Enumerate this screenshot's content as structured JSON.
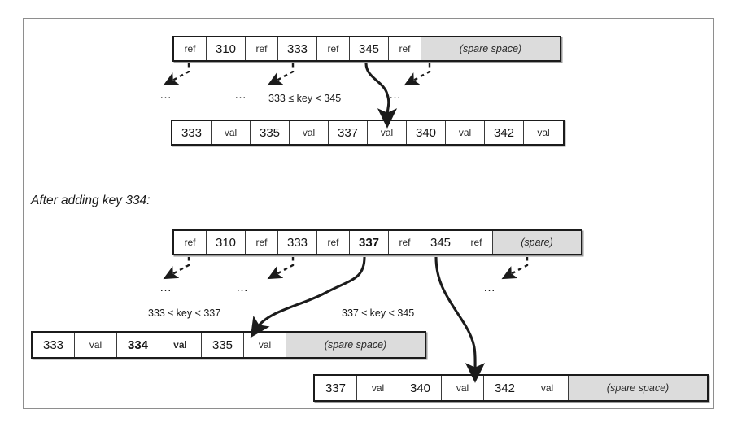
{
  "figure": {
    "caption": "After adding key 334:",
    "ellipsis": "…"
  },
  "before": {
    "root": {
      "cells": [
        {
          "text": "ref",
          "type": "ref",
          "w": 40,
          "bold": false
        },
        {
          "text": "310",
          "type": "key",
          "w": 48,
          "bold": false
        },
        {
          "text": "ref",
          "type": "ref",
          "w": 40,
          "bold": false
        },
        {
          "text": "333",
          "type": "key",
          "w": 48,
          "bold": false
        },
        {
          "text": "ref",
          "type": "ref",
          "w": 40,
          "bold": false
        },
        {
          "text": "345",
          "type": "key",
          "w": 48,
          "bold": false
        },
        {
          "text": "ref",
          "type": "ref",
          "w": 40,
          "bold": false
        },
        {
          "text": "(spare space)",
          "type": "spare",
          "w": 170,
          "bold": false
        }
      ]
    },
    "leaf": {
      "cells": [
        {
          "text": "333",
          "type": "key",
          "w": 48,
          "bold": false
        },
        {
          "text": "val",
          "type": "val",
          "w": 48,
          "bold": false
        },
        {
          "text": "335",
          "type": "key",
          "w": 48,
          "bold": false
        },
        {
          "text": "val",
          "type": "val",
          "w": 48,
          "bold": false
        },
        {
          "text": "337",
          "type": "key",
          "w": 48,
          "bold": false
        },
        {
          "text": "val",
          "type": "val",
          "w": 48,
          "bold": false
        },
        {
          "text": "340",
          "type": "key",
          "w": 48,
          "bold": false
        },
        {
          "text": "val",
          "type": "val",
          "w": 48,
          "bold": false
        },
        {
          "text": "342",
          "type": "key",
          "w": 48,
          "bold": false
        },
        {
          "text": "val",
          "type": "val",
          "w": 48,
          "bold": false
        }
      ]
    },
    "range_label": "333 ≤ key < 345"
  },
  "after": {
    "root": {
      "cells": [
        {
          "text": "ref",
          "type": "ref",
          "w": 40,
          "bold": false
        },
        {
          "text": "310",
          "type": "key",
          "w": 48,
          "bold": false
        },
        {
          "text": "ref",
          "type": "ref",
          "w": 40,
          "bold": false
        },
        {
          "text": "333",
          "type": "key",
          "w": 48,
          "bold": false
        },
        {
          "text": "ref",
          "type": "ref",
          "w": 40,
          "bold": false
        },
        {
          "text": "337",
          "type": "key",
          "w": 48,
          "bold": true
        },
        {
          "text": "ref",
          "type": "ref",
          "w": 40,
          "bold": false
        },
        {
          "text": "345",
          "type": "key",
          "w": 48,
          "bold": false
        },
        {
          "text": "ref",
          "type": "ref",
          "w": 40,
          "bold": false
        },
        {
          "text": "(spare)",
          "type": "spare",
          "w": 108,
          "bold": false
        }
      ]
    },
    "leaf_left": {
      "cells": [
        {
          "text": "333",
          "type": "key",
          "w": 52,
          "bold": false
        },
        {
          "text": "val",
          "type": "val",
          "w": 52,
          "bold": false
        },
        {
          "text": "334",
          "type": "key",
          "w": 52,
          "bold": true
        },
        {
          "text": "val",
          "type": "val",
          "w": 52,
          "bold": true
        },
        {
          "text": "335",
          "type": "key",
          "w": 52,
          "bold": false
        },
        {
          "text": "val",
          "type": "val",
          "w": 52,
          "bold": false
        },
        {
          "text": "(spare space)",
          "type": "spare",
          "w": 170,
          "bold": false
        }
      ]
    },
    "leaf_right": {
      "cells": [
        {
          "text": "337",
          "type": "key",
          "w": 52,
          "bold": false
        },
        {
          "text": "val",
          "type": "val",
          "w": 52,
          "bold": false
        },
        {
          "text": "340",
          "type": "key",
          "w": 52,
          "bold": false
        },
        {
          "text": "val",
          "type": "val",
          "w": 52,
          "bold": false
        },
        {
          "text": "342",
          "type": "key",
          "w": 52,
          "bold": false
        },
        {
          "text": "val",
          "type": "val",
          "w": 52,
          "bold": false
        },
        {
          "text": "(spare space)",
          "type": "spare",
          "w": 170,
          "bold": false
        }
      ]
    },
    "range_label_left": "333 ≤ key < 337",
    "range_label_right": "337 ≤ key < 345"
  },
  "colors": {
    "ink": "#1b1b1b",
    "spare_fill": "#dcdcdc",
    "frame": "#8e8e8e",
    "shadow": "#9a9a9a"
  }
}
